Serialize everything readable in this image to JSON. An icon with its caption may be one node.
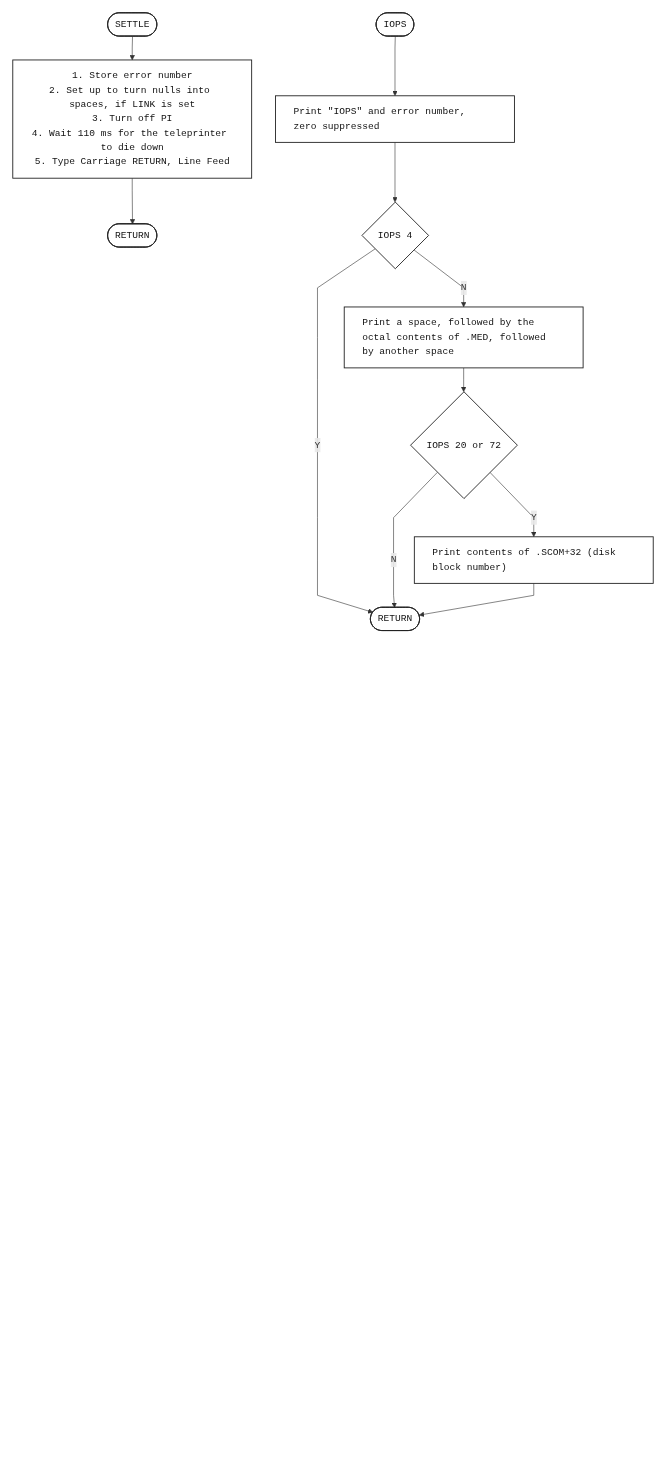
{
  "diagram": {
    "nodes": [
      {
        "text": [
          "SETTLE"
        ]
      },
      {
        "text": [
          "1. Store error number",
          "2. Set up to turn nulls into spaces, if LINK is set",
          "3. Turn off PI",
          "4. Wait 110 ms for the teleprinter to die down",
          "5. Type Carriage RETURN, Line Feed"
        ]
      },
      {
        "text": [
          "RETURN"
        ]
      },
      {
        "text": [
          "IOPS"
        ]
      },
      {
        "text": [
          "Print \"IOPS\" and error number, zero suppressed"
        ]
      },
      {
        "text": [
          "IOPS 4"
        ]
      },
      {
        "text": [
          "Print a space, followed by the octal contents of .MED, followed by another space"
        ]
      },
      {
        "text": [
          "IOPS 20 or 72"
        ]
      },
      {
        "text": [
          "Print contents of .SCOM+32 (disk block number)"
        ]
      },
      {
        "text": [
          "RETURN"
        ]
      }
    ],
    "edges": [
      {
        "from": 0,
        "to": 1,
        "arrow": "to"
      },
      {
        "from": 1,
        "to": 2,
        "arrow": "to"
      },
      {
        "from": 3,
        "to": 4,
        "arrow": "to"
      },
      {
        "from": 4,
        "to": 5,
        "arrow": "to"
      },
      {
        "from": 5,
        "to": 6,
        "arrow": "to",
        "label": "N"
      },
      {
        "from": 5,
        "to": 9,
        "arrow": "to",
        "label": "Y"
      },
      {
        "from": 6,
        "to": 7,
        "arrow": "to"
      },
      {
        "from": 7,
        "to": 8,
        "arrow": "to",
        "label": "Y"
      },
      {
        "from": 7,
        "to": 9,
        "arrow": "to",
        "label": "N"
      },
      {
        "from": 8,
        "to": 9,
        "arrow": "to"
      }
    ]
  }
}
